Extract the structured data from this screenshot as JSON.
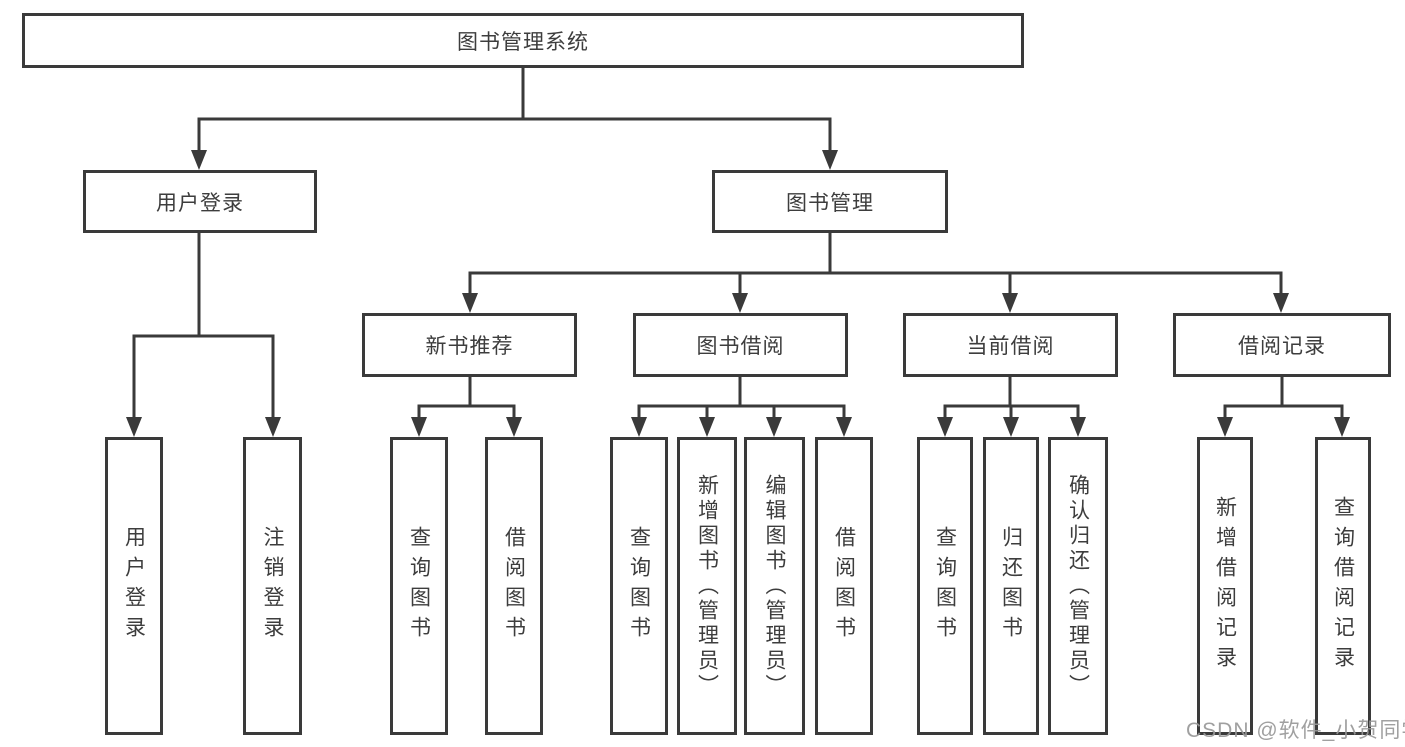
{
  "tree": {
    "root": "图书管理系统",
    "user": {
      "label": "用户登录",
      "leaves": [
        "用户登录",
        "注销登录"
      ]
    },
    "mgmt": {
      "label": "图书管理",
      "sections": [
        {
          "label": "新书推荐",
          "leaves": [
            "查询图书",
            "借阅图书"
          ]
        },
        {
          "label": "图书借阅",
          "leaves": [
            "查询图书",
            "新增图书（管理员）",
            "编辑图书（管理员）",
            "借阅图书"
          ]
        },
        {
          "label": "当前借阅",
          "leaves": [
            "查询图书",
            "归还图书",
            "确认归还（管理员）"
          ]
        },
        {
          "label": "借阅记录",
          "leaves": [
            "新增借阅记录",
            "查询借阅记录"
          ]
        }
      ]
    }
  },
  "watermark": {
    "text": "CSDN @软件_小贺同学"
  },
  "colors": {
    "line": "#3a3a3a",
    "box_border": "#3a3a3a",
    "text": "#3d3d3d",
    "watermark": "#989898",
    "background": "#ffffff"
  }
}
